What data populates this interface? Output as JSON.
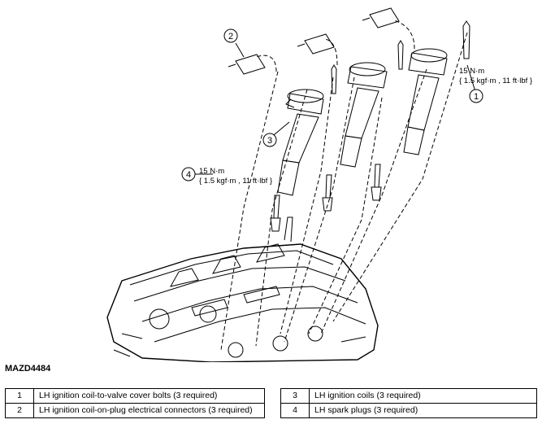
{
  "figure_id": "MAZD4484",
  "torques": {
    "upper": {
      "line1": "15 N·m",
      "line2": "{ 1.5 kgf·m , 11 ft·lbf }"
    },
    "lower": {
      "line1": "15 N·m",
      "line2": "{ 1.5 kgf·m , 11 ft·lbf }"
    }
  },
  "callouts": [
    "1",
    "2",
    "3",
    "4"
  ],
  "legend_left": [
    {
      "num": "1",
      "text": "LH ignition coil-to-valve cover bolts (3 required)"
    },
    {
      "num": "2",
      "text": "LH ignition coil-on-plug electrical connectors (3 required)"
    }
  ],
  "legend_right": [
    {
      "num": "3",
      "text": "LH ignition coils (3 required)"
    },
    {
      "num": "4",
      "text": "LH spark plugs (3 required)"
    }
  ]
}
